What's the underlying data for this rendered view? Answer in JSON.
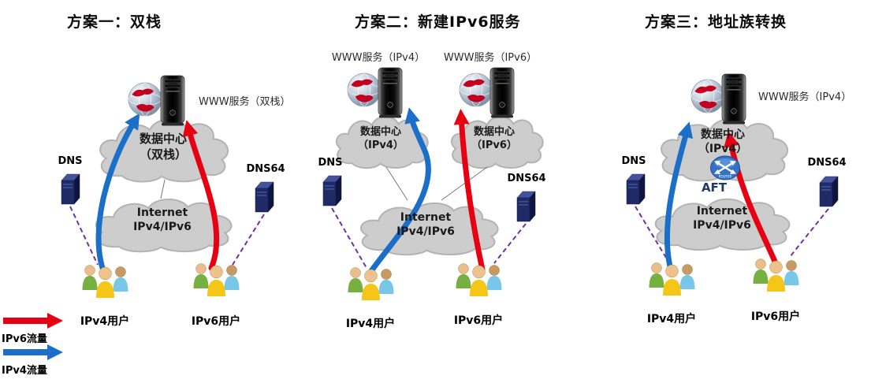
{
  "legend": {
    "ipv6": {
      "label": "IPv6流量"
    },
    "ipv4": {
      "label": "IPv4流量"
    }
  },
  "colors": {
    "ipv6_traffic": "#e60012",
    "ipv4_traffic": "#1b6fc8",
    "dns_link": "#7030a0"
  },
  "panel1": {
    "title": "方案一：双栈",
    "www_label": "WWW服务（双栈）",
    "datacenter": {
      "line1": "数据中心",
      "line2": "（双栈）"
    },
    "dns": "DNS",
    "dns64": "DNS64",
    "internet": {
      "line1": "Internet",
      "line2": "IPv4/IPv6"
    },
    "ipv4_users": "IPv4用户",
    "ipv6_users": "IPv6用户"
  },
  "panel2": {
    "title": "方案二：新建IPv6服务",
    "www_ipv4_label": "WWW服务（IPv4）",
    "www_ipv6_label": "WWW服务（IPv6）",
    "datacenter_ipv4": {
      "line1": "数据中心",
      "line2": "（IPv4）"
    },
    "datacenter_ipv6": {
      "line1": "数据中心",
      "line2": "（IPv6）"
    },
    "dns": "DNS",
    "dns64": "DNS64",
    "internet": {
      "line1": "Internet",
      "line2": "IPv4/IPv6"
    },
    "ipv4_users": "IPv4用户",
    "ipv6_users": "IPv6用户"
  },
  "panel3": {
    "title": "方案三：地址族转换",
    "www_label": "WWW服务（IPv4）",
    "datacenter": {
      "line1": "数据中心",
      "line2": "（IPv4）"
    },
    "aft_label": "AFT",
    "router_label": "ROUTER",
    "dns": "DNS",
    "dns64": "DNS64",
    "internet": {
      "line1": "Internet",
      "line2": "IPv4/IPv6"
    },
    "ipv4_users": "IPv4用户",
    "ipv6_users": "IPv6用户"
  }
}
